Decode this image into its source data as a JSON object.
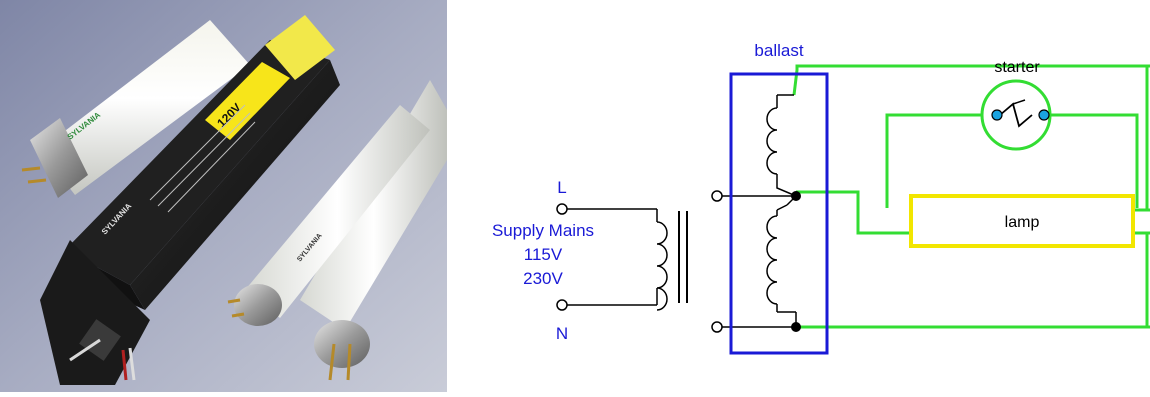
{
  "photo": {
    "ballast_brand": "SYLVANIA",
    "ballast_voltage": "120V",
    "lamp_brand": "SYLVANIA"
  },
  "diagram": {
    "labels": {
      "ballast": "ballast",
      "starter": "starter",
      "lamp": "lamp",
      "line": "L",
      "neutral": "N",
      "supply": "Supply Mains",
      "voltage_1": "115V",
      "voltage_2": "230V"
    },
    "colors": {
      "ballast_box": "#1a1ad6",
      "label_text": "#1a1ad6",
      "wire": "#33dd33",
      "lamp_box": "#f2e600",
      "starter_dots": "#1aa3e0"
    }
  }
}
